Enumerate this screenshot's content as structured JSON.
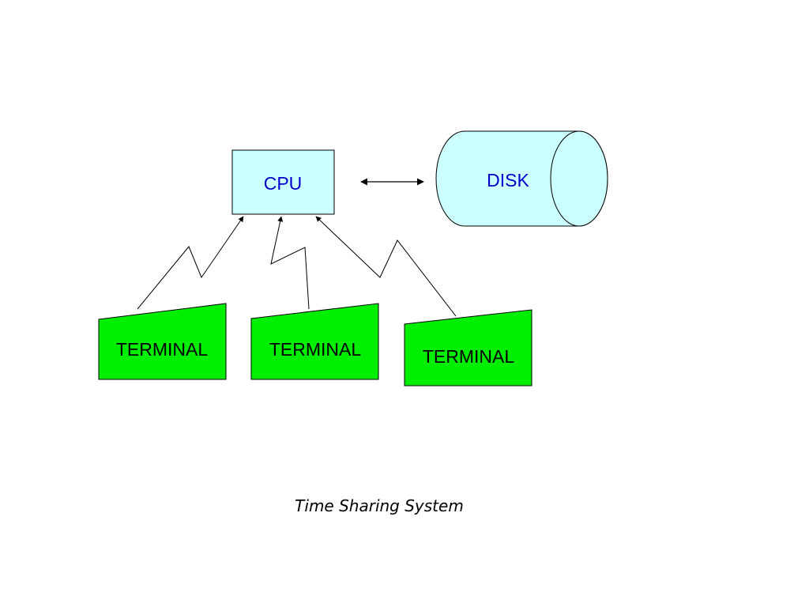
{
  "diagram": {
    "cpu": {
      "label": "CPU"
    },
    "disk": {
      "label": "DISK"
    },
    "terminals": [
      {
        "label": "TERMINAL"
      },
      {
        "label": "TERMINAL"
      },
      {
        "label": "TERMINAL"
      }
    ],
    "caption": "Time Sharing System"
  },
  "colors": {
    "cpu_fill": "#ccffff",
    "disk_fill": "#ccffff",
    "terminal_fill": "#00ee00",
    "label_blue": "#0000cc",
    "label_black": "#000000",
    "line": "#000000"
  }
}
